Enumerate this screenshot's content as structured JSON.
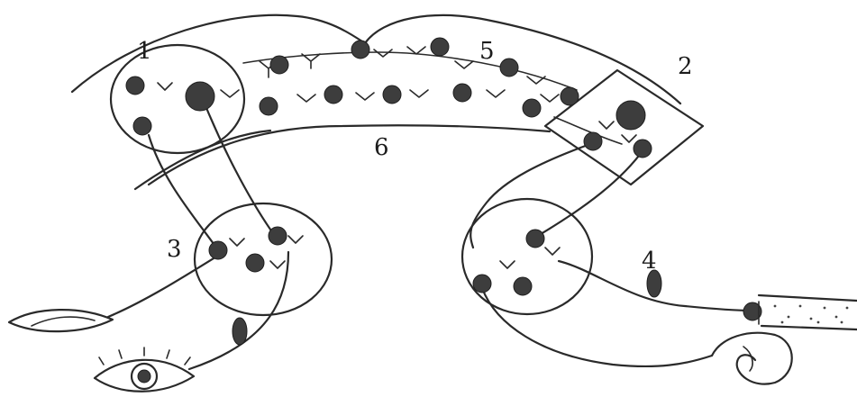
{
  "labels": {
    "one": "1",
    "two": "2",
    "three": "3",
    "four": "4",
    "five": "5",
    "six": "6"
  },
  "icons": [
    "eye-icon",
    "closed-eye-icon",
    "ear-icon",
    "skin-receptor-icon",
    "neuron-cell-icon",
    "synapse-icon"
  ],
  "colors": {
    "line": "#2a2a2a",
    "cell": "#3d3d3d",
    "background": "#ffffff"
  }
}
